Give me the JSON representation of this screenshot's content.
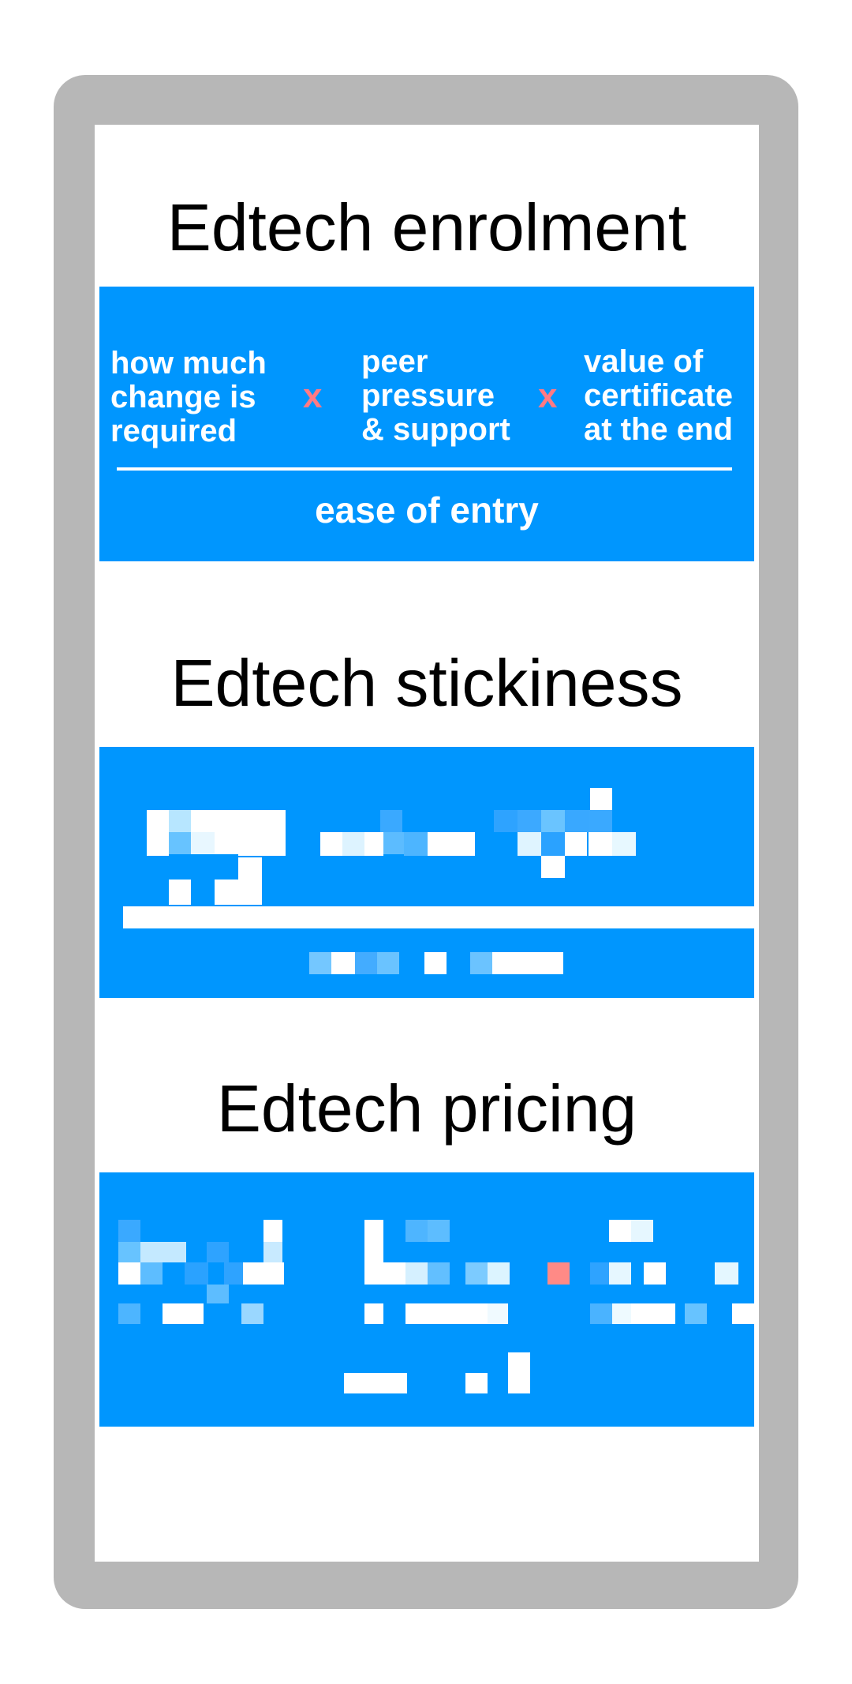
{
  "colors": {
    "frame": "#b7b7b7",
    "panel": "#0096fe",
    "text_on_panel": "#ffffff",
    "operator": "#ff7a85",
    "title": "#000000"
  },
  "sections": {
    "enrolment": {
      "title": "Edtech enrolment",
      "numerator": [
        "how much\nchange is\nrequired",
        "peer\npressure\n& support",
        "value of\ncertificate\nat the end"
      ],
      "operator": "x",
      "denominator": "ease of entry"
    },
    "stickiness": {
      "title": "Edtech stickiness"
    },
    "pricing": {
      "title": "Edtech pricing"
    }
  }
}
